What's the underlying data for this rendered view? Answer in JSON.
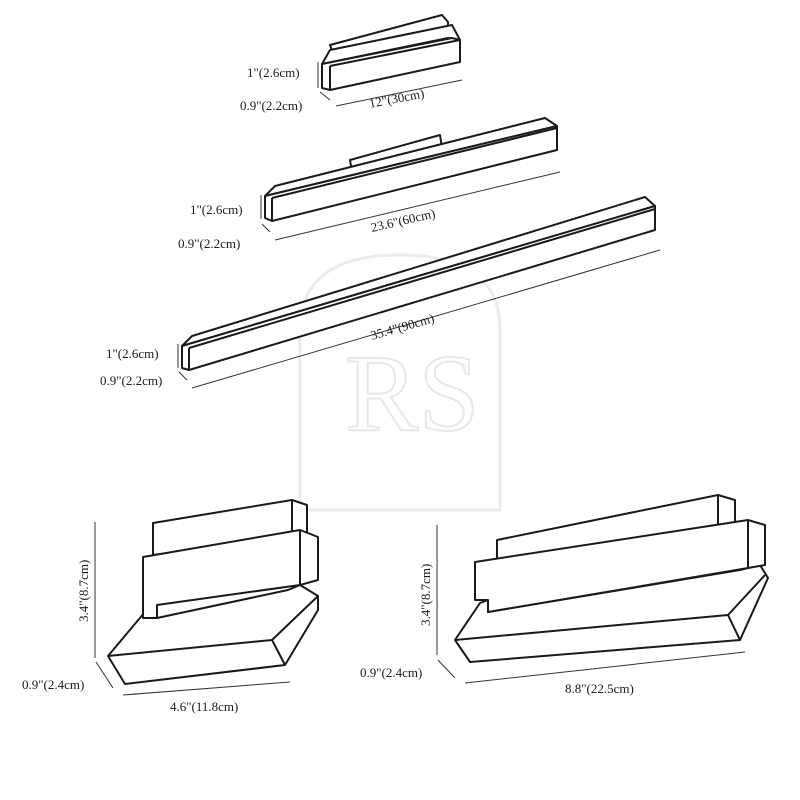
{
  "watermark": "RS",
  "bars": [
    {
      "height": "1\"(2.6cm)",
      "depth": "0.9\"(2.2cm)",
      "length": "12\"(30cm)"
    },
    {
      "height": "1\"(2.6cm)",
      "depth": "0.9\"(2.2cm)",
      "length": "23.6\"(60cm)"
    },
    {
      "height": "1\"(2.6cm)",
      "depth": "0.9\"(2.2cm)",
      "length": "35.4\"(90cm)"
    }
  ],
  "spots": [
    {
      "height": "3.4\"(8.7cm)",
      "depth": "0.9\"(2.4cm)",
      "length": "4.6\"(11.8cm)"
    },
    {
      "height": "3.4\"(8.7cm)",
      "depth": "0.9\"(2.4cm)",
      "length": "8.8\"(22.5cm)"
    }
  ]
}
